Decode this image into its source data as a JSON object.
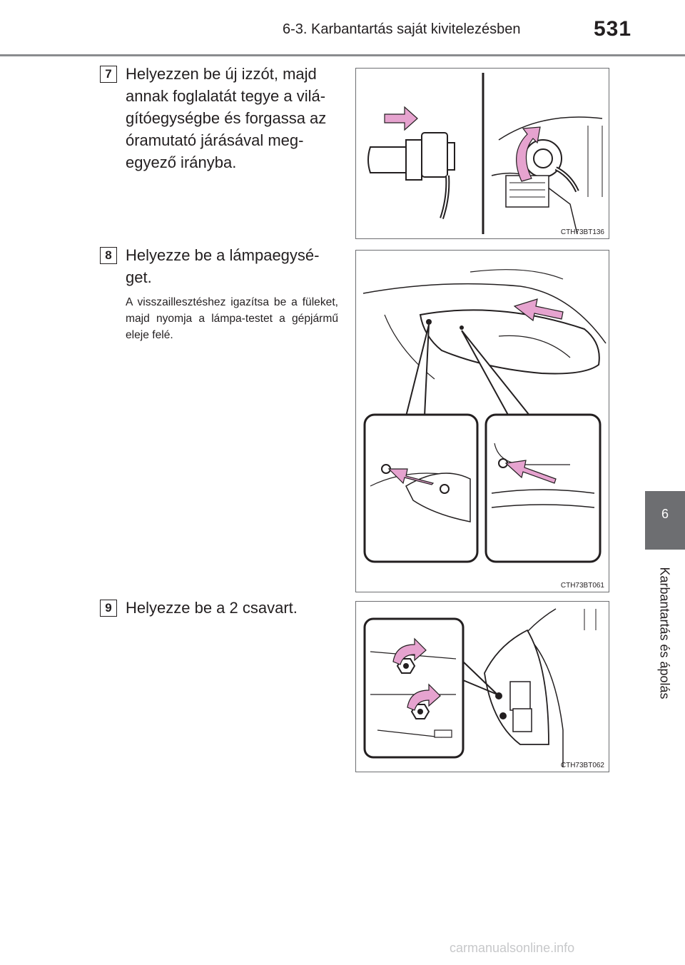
{
  "header": {
    "section": "6-3. Karbantartás saját kivitelezésben",
    "page_number": "531"
  },
  "side_tab": {
    "chapter_number": "6",
    "chapter_title": "Karbantartás és ápolás"
  },
  "steps": [
    {
      "number": "7",
      "lines": [
        "Helyezzen be új izzót, majd",
        "annak foglalatát tegye a vilá-",
        "gítóegységbe és forgassa az",
        "óramutató járásával meg-",
        "egyező irányba."
      ],
      "figure_code": "CTH73BT136"
    },
    {
      "number": "8",
      "lines": [
        "Helyezze be a lámpaegysé-",
        "get."
      ],
      "note": "A visszaillesztéshez igazítsa be a füleket, majd nyomja a lámpa-testet a gépjármű eleje felé.",
      "figure_code": "CTH73BT061"
    },
    {
      "number": "9",
      "lines": [
        "Helyezze be a 2 csavart."
      ],
      "figure_code": "CTH73BT062"
    }
  ],
  "colors": {
    "arrow_pink": "#e6a3cf",
    "tab_gray": "#6d6e71",
    "rule_gray": "#8a8c8e"
  },
  "watermark": "carmanualsonline.info"
}
